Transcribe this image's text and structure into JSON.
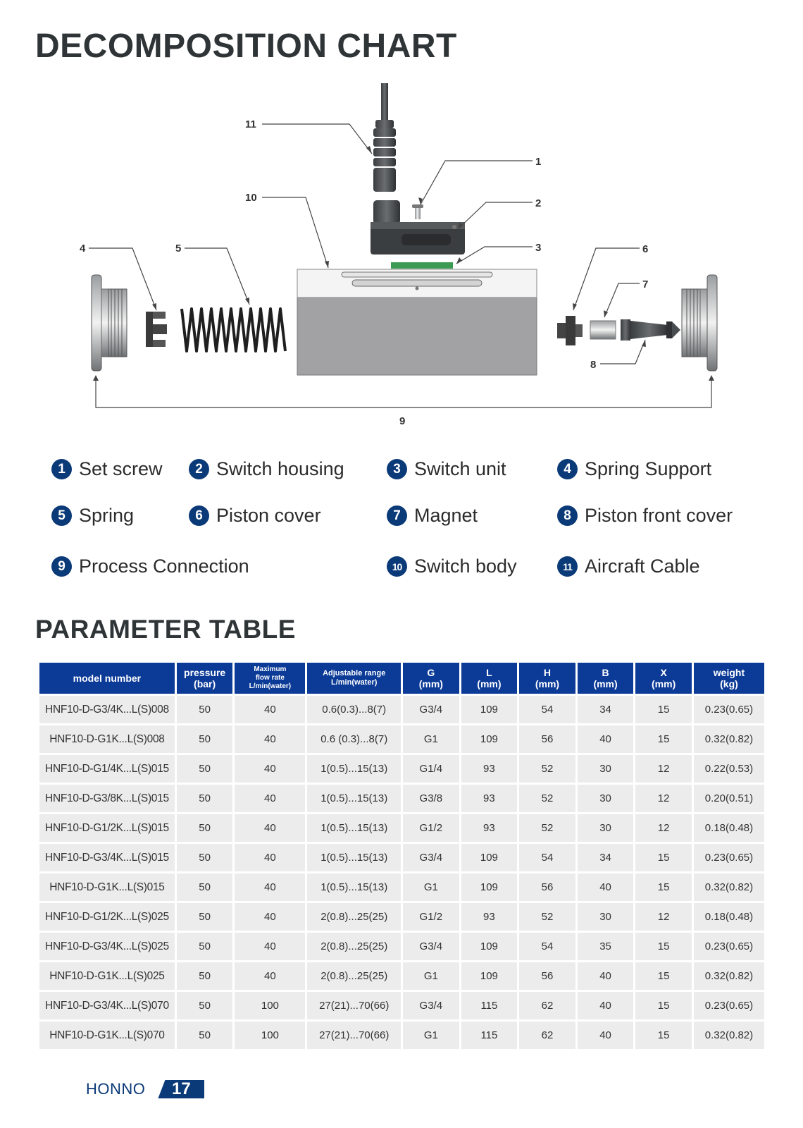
{
  "decomposition": {
    "title": "DECOMPOSITION CHART",
    "callouts": [
      "1",
      "2",
      "3",
      "4",
      "5",
      "6",
      "7",
      "8",
      "9",
      "10",
      "11"
    ]
  },
  "legend": [
    {
      "num": "1",
      "label": "Set screw"
    },
    {
      "num": "2",
      "label": "Switch housing"
    },
    {
      "num": "3",
      "label": "Switch unit"
    },
    {
      "num": "4",
      "label": "Spring Support"
    },
    {
      "num": "5",
      "label": "Spring"
    },
    {
      "num": "6",
      "label": "Piston cover"
    },
    {
      "num": "7",
      "label": "Magnet"
    },
    {
      "num": "8",
      "label": "Piston front cover"
    },
    {
      "num": "9",
      "label": "Process Connection"
    },
    {
      "num": "10",
      "label": "Switch body"
    },
    {
      "num": "11",
      "label": "Aircraft Cable"
    }
  ],
  "parameters": {
    "title": "PARAMETER TABLE",
    "headers": [
      [
        "model number"
      ],
      [
        "pressure",
        "(bar)"
      ],
      [
        "Maximum",
        "flow rate",
        "L/min(water)"
      ],
      [
        "Adjustable range",
        "L/min(water)"
      ],
      [
        "G",
        "(mm)"
      ],
      [
        "L",
        "(mm)"
      ],
      [
        "H",
        "(mm)"
      ],
      [
        "B",
        "(mm)"
      ],
      [
        "X",
        "(mm)"
      ],
      [
        "weight",
        "(kg)"
      ]
    ],
    "rows": [
      [
        "HNF10-D-G3/4K...L(S)008",
        "50",
        "40",
        "0.6(0.3)...8(7)",
        "G3/4",
        "109",
        "54",
        "34",
        "15",
        "0.23(0.65)"
      ],
      [
        "HNF10-D-G1K...L(S)008",
        "50",
        "40",
        "0.6 (0.3)...8(7)",
        "G1",
        "109",
        "56",
        "40",
        "15",
        "0.32(0.82)"
      ],
      [
        "HNF10-D-G1/4K...L(S)015",
        "50",
        "40",
        "1(0.5)...15(13)",
        "G1/4",
        "93",
        "52",
        "30",
        "12",
        "0.22(0.53)"
      ],
      [
        "HNF10-D-G3/8K...L(S)015",
        "50",
        "40",
        "1(0.5)...15(13)",
        "G3/8",
        "93",
        "52",
        "30",
        "12",
        "0.20(0.51)"
      ],
      [
        "HNF10-D-G1/2K...L(S)015",
        "50",
        "40",
        "1(0.5)...15(13)",
        "G1/2",
        "93",
        "52",
        "30",
        "12",
        "0.18(0.48)"
      ],
      [
        "HNF10-D-G3/4K...L(S)015",
        "50",
        "40",
        "1(0.5)...15(13)",
        "G3/4",
        "109",
        "54",
        "34",
        "15",
        "0.23(0.65)"
      ],
      [
        "HNF10-D-G1K...L(S)015",
        "50",
        "40",
        "1(0.5)...15(13)",
        "G1",
        "109",
        "56",
        "40",
        "15",
        "0.32(0.82)"
      ],
      [
        "HNF10-D-G1/2K...L(S)025",
        "50",
        "40",
        "2(0.8)...25(25)",
        "G1/2",
        "93",
        "52",
        "30",
        "12",
        "0.18(0.48)"
      ],
      [
        "HNF10-D-G3/4K...L(S)025",
        "50",
        "40",
        "2(0.8)...25(25)",
        "G3/4",
        "109",
        "54",
        "35",
        "15",
        "0.23(0.65)"
      ],
      [
        "HNF10-D-G1K...L(S)025",
        "50",
        "40",
        "2(0.8)...25(25)",
        "G1",
        "109",
        "56",
        "40",
        "15",
        "0.32(0.82)"
      ],
      [
        "HNF10-D-G3/4K...L(S)070",
        "50",
        "100",
        "27(21)...70(66)",
        "G3/4",
        "115",
        "62",
        "40",
        "15",
        "0.23(0.65)"
      ],
      [
        "HNF10-D-G1K...L(S)070",
        "50",
        "100",
        "27(21)...70(66)",
        "G1",
        "115",
        "62",
        "40",
        "15",
        "0.32(0.82)"
      ]
    ]
  },
  "footer": {
    "brand": "HONNO",
    "page": "17"
  },
  "colors": {
    "navy": "#0b3a78",
    "header_blue": "#0b3a97",
    "cell_gray": "#ececec",
    "title_dark": "#2f3437"
  }
}
